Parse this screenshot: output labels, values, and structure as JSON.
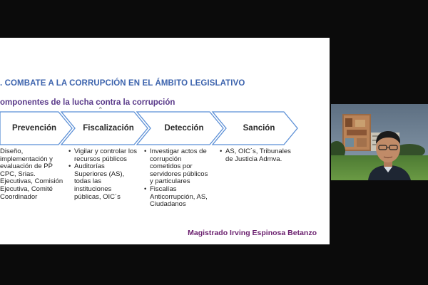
{
  "slide": {
    "heading": ". COMBATE A LA CORRUPCIÓN EN EL ÁMBITO LEGISLATIVO",
    "subheading": "omponentes de la lucha contra la corrupción",
    "steps": [
      {
        "label": "Prevención",
        "items": [
          "Diseño,",
          "implementación y",
          "evaluación de PP",
          "CPC, Srias.",
          "Ejecutivas, Comisión",
          "Ejecutiva, Comité",
          "Coordinador"
        ]
      },
      {
        "label": "Fiscalización",
        "items": [
          "Vigilar y controlar los recursos públicos",
          "Auditorías Superiores (AS), todas las instituciones públicas, OIC´s"
        ]
      },
      {
        "label": "Detección",
        "items": [
          "Investigar actos de corrupción cometidos por servidores públicos y particulares",
          "Fiscalías Anticorrupción, AS, Ciudadanos"
        ]
      },
      {
        "label": "Sanción",
        "items": [
          "AS, OIC´s, Tribunales de Justicia Admva."
        ]
      }
    ],
    "presenter": "Magistrado Irving Espinosa Betanzo",
    "colors": {
      "heading": "#3c63ad",
      "subheading": "#5a3a8a",
      "chevron_stroke": "#5b8fd6",
      "presenter": "#6a1f6e"
    }
  },
  "webcam": {
    "background_icon": "library-mural-building",
    "participant_icon": "person-video"
  }
}
